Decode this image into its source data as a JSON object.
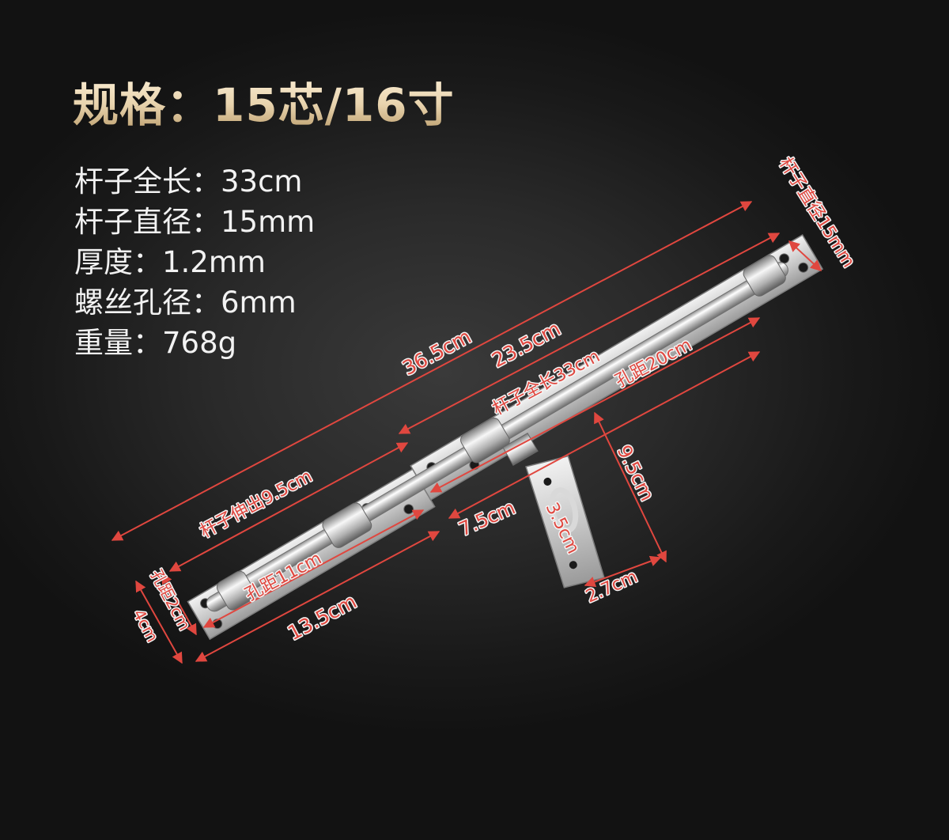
{
  "title": "规格：15芯/16寸",
  "specs": [
    "杆子全长：33cm",
    "杆子直径：15mm",
    "厚度：1.2mm",
    "螺丝孔径：6mm",
    "重量：768g"
  ],
  "dimensions": {
    "overall_length": "36.5cm",
    "upper_plate_length": "23.5cm",
    "rod_length": "杆子全长33cm",
    "upper_hole_spacing": "孔距20cm",
    "rod_diameter": "杆子直径15mm",
    "rod_extension": "杆子伸出9.5cm",
    "lower_hole_spacing": "孔距11cm",
    "lower_plate_length": "13.5cm",
    "plate_width": "4cm",
    "end_hole_spacing": "孔距2cm",
    "handle_offset": "7.5cm",
    "handle_length": "9.5cm",
    "handle_hole_spacing": "3.5cm",
    "handle_width": "2.7cm"
  },
  "colors": {
    "background": "#2a2a2a",
    "title_gold": "#e8d3ad",
    "dimension_red": "#e0473f"
  }
}
